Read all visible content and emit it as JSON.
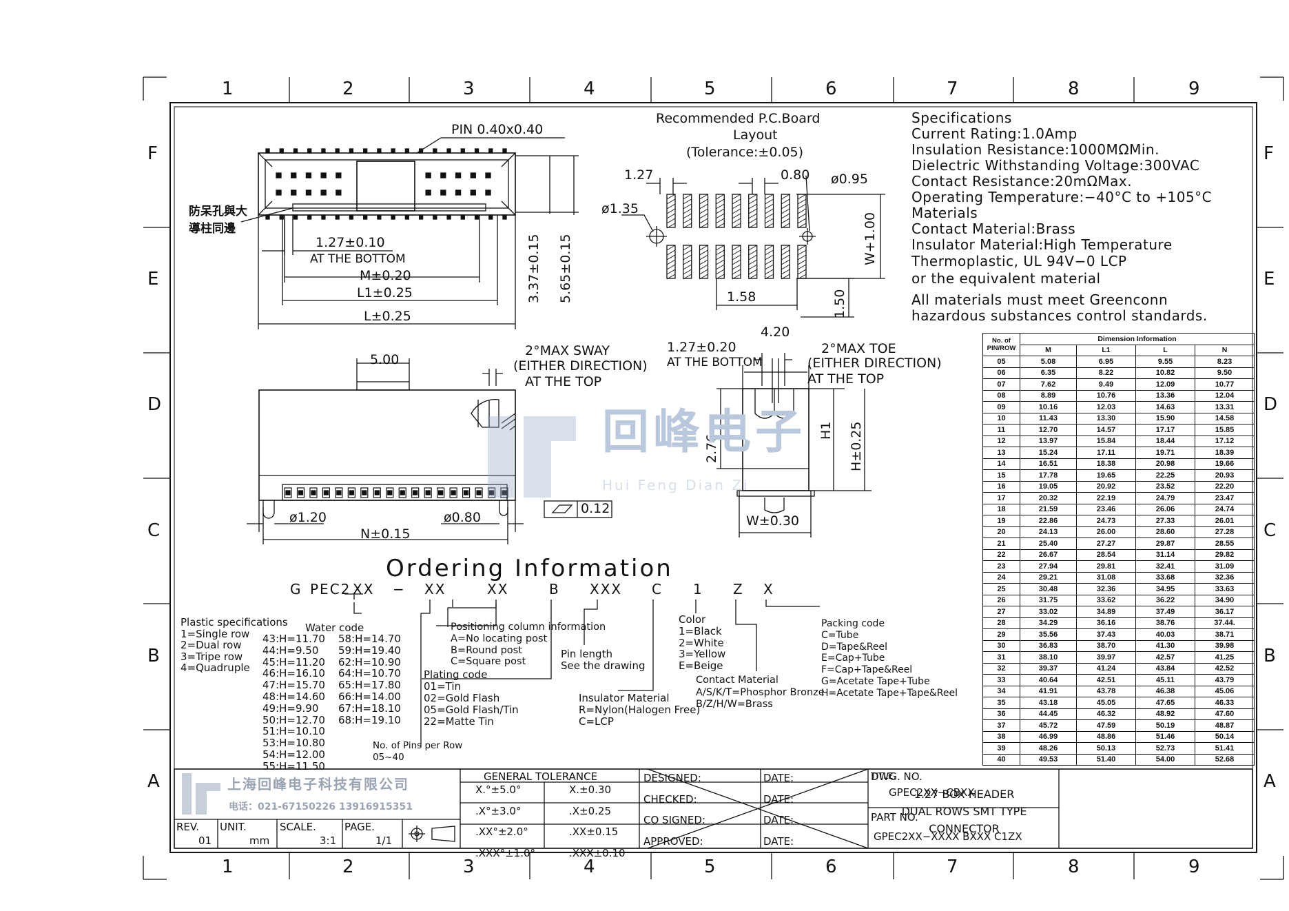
{
  "zones": {
    "columns": [
      "1",
      "2",
      "3",
      "4",
      "5",
      "6",
      "7",
      "8",
      "9"
    ],
    "rows": [
      "F",
      "E",
      "D",
      "C",
      "B",
      "A"
    ]
  },
  "top_view": {
    "pin_label": "PIN 0.40x0.40",
    "chinese_note": [
      "防呆孔與大",
      "導柱同邊"
    ],
    "pitch": "1.27±0.10",
    "pitch_note": "AT THE BOTTOM",
    "m_dim": "M±0.20",
    "l1_dim": "L1±0.25",
    "l_dim": "L±0.25",
    "h1_dim": "3.37±0.15",
    "h2_dim": "5.65±0.15"
  },
  "pcb": {
    "title": [
      "Recommended P.C.Board",
      "Layout",
      "(Tolerance:±0.05)"
    ],
    "pitch": "1.27",
    "pad_width": "0.80",
    "hole_small": "ø0.95",
    "hole_large": "ø1.35",
    "row_gap": "W+1.00",
    "pad_len": "1.58",
    "pad_height": "1.50"
  },
  "specifications": [
    "Specifications",
    "Current Rating:1.0Amp",
    "Insulation Resistance:1000MΩMin.",
    "Dielectric Withstanding Voltage:300VAC",
    "Contact Resistance:20mΩMax.",
    "Operating Temperature:−40°C to +105°C",
    "Materials",
    "Contact Material:Brass",
    "Insulator Material:High Temperature",
    "Thermoplastic, UL 94V−0 LCP",
    "or the equivalent material",
    "All materials must meet Greenconn",
    "hazardous substances control standards."
  ],
  "front_view": {
    "top_width": "5.00",
    "sway_note": [
      "2°MAX SWAY",
      "(EITHER DIRECTION)",
      "AT THE TOP"
    ],
    "post_large": "ø1.20",
    "post_small": "ø0.80",
    "n_dim": "N±0.15",
    "flatness": "0.12"
  },
  "side_view": {
    "pitch": "1.27±0.20",
    "pitch_note": "AT THE BOTTOM",
    "width_top": "4.20",
    "toe_note": [
      "2°MAX TOE",
      "(EITHER DIRECTION)",
      "AT THE TOP"
    ],
    "h_276": "2.76",
    "h1": "H1",
    "h_dim": "H±0.25",
    "w_dim": "W±0.30"
  },
  "watermark": {
    "name": "回峰电子",
    "pinyin": "Hui Feng Dian Zi"
  },
  "ordering": {
    "title": "Ordering Information",
    "code": [
      "G",
      "PEC2",
      "XX",
      "−",
      "XX",
      "XX",
      "B",
      "XXX",
      "C",
      "1",
      "Z",
      "X"
    ],
    "plastic": [
      "Plastic specifications",
      "1=Single row",
      "2=Dual row",
      "3=Tripe row",
      "4=Quadruple"
    ],
    "water_title": "Water code",
    "water_col1": [
      "43:H=11.70",
      "44:H=9.50",
      "45:H=11.20",
      "46:H=16.10",
      "47:H=15.70",
      "48:H=14.60",
      "49:H=9.90",
      "50:H=12.70",
      "51:H=10.10",
      "53:H=10.80",
      "54:H=12.00",
      "55:H=11.50"
    ],
    "water_col2": [
      "58:H=14.70",
      "59:H=19.40",
      "62:H=10.90",
      "64:H=10.70",
      "65:H=17.80",
      "66:H=14.00",
      "67:H=18.10",
      "68:H=19.10"
    ],
    "pins": [
      "No. of Pins per Row",
      "05~40"
    ],
    "positioning": [
      "Positioning column information",
      "A=No locating post",
      "B=Round post",
      "C=Square post"
    ],
    "plating": [
      "Plating code",
      "01=Tin",
      "02=Gold Flash",
      "05=Gold Flash/Tin",
      "22=Matte Tin"
    ],
    "pin_length": [
      "Pin length",
      "See the drawing"
    ],
    "insulator": [
      "Insulator Material",
      "R=Nylon(Halogen Free)",
      "C=LCP"
    ],
    "color": [
      "Color",
      "1=Black",
      "2=White",
      "3=Yellow",
      "E=Beige"
    ],
    "contact": [
      "Contact Material",
      "A/S/K/T=Phosphor Bronze",
      "B/Z/H/W=Brass"
    ],
    "packing": [
      "Packing code",
      "C=Tube",
      "D=Tape&Reel",
      "E=Cap+Tube",
      "F=Cap+Tape&Reel",
      "G=Acetate Tape+Tube",
      "H=Acetate Tape+Tape&Reel"
    ]
  },
  "dimension_table": {
    "header1": "No. of PIN/ROW",
    "header2": "Dimension Information",
    "columns": [
      "M",
      "L1",
      "L",
      "N"
    ],
    "rows": [
      [
        "05",
        "5.08",
        "6.95",
        "9.55",
        "8.23"
      ],
      [
        "06",
        "6.35",
        "8.22",
        "10.82",
        "9.50"
      ],
      [
        "07",
        "7.62",
        "9.49",
        "12.09",
        "10.77"
      ],
      [
        "08",
        "8.89",
        "10.76",
        "13.36",
        "12.04"
      ],
      [
        "09",
        "10.16",
        "12.03",
        "14.63",
        "13.31"
      ],
      [
        "10",
        "11.43",
        "13.30",
        "15.90",
        "14.58"
      ],
      [
        "11",
        "12.70",
        "14.57",
        "17.17",
        "15.85"
      ],
      [
        "12",
        "13.97",
        "15.84",
        "18.44",
        "17.12"
      ],
      [
        "13",
        "15.24",
        "17.11",
        "19.71",
        "18.39"
      ],
      [
        "14",
        "16.51",
        "18.38",
        "20.98",
        "19.66"
      ],
      [
        "15",
        "17.78",
        "19.65",
        "22.25",
        "20.93"
      ],
      [
        "16",
        "19.05",
        "20.92",
        "23.52",
        "22.20"
      ],
      [
        "17",
        "20.32",
        "22.19",
        "24.79",
        "23.47"
      ],
      [
        "18",
        "21.59",
        "23.46",
        "26.06",
        "24.74"
      ],
      [
        "19",
        "22.86",
        "24.73",
        "27.33",
        "26.01"
      ],
      [
        "20",
        "24.13",
        "26.00",
        "28.60",
        "27.28"
      ],
      [
        "21",
        "25.40",
        "27.27",
        "29.87",
        "28.55"
      ],
      [
        "22",
        "26.67",
        "28.54",
        "31.14",
        "29.82"
      ],
      [
        "23",
        "27.94",
        "29.81",
        "32.41",
        "31.09"
      ],
      [
        "24",
        "29.21",
        "31.08",
        "33.68",
        "32.36"
      ],
      [
        "25",
        "30.48",
        "32.36",
        "34.95",
        "33.63"
      ],
      [
        "26",
        "31.75",
        "33.62",
        "36.22",
        "34.90"
      ],
      [
        "27",
        "33.02",
        "34.89",
        "37.49",
        "36.17"
      ],
      [
        "28",
        "34.29",
        "36.16",
        "38.76",
        "37.44."
      ],
      [
        "29",
        "35.56",
        "37.43",
        "40.03",
        "38.71"
      ],
      [
        "30",
        "36.83",
        "38.70",
        "41.30",
        "39.98"
      ],
      [
        "31",
        "38.10",
        "39.97",
        "42.57",
        "41.25"
      ],
      [
        "32",
        "39.37",
        "41.24",
        "43.84",
        "42.52"
      ],
      [
        "33",
        "40.64",
        "42.51",
        "45.11",
        "43.79"
      ],
      [
        "34",
        "41.91",
        "43.78",
        "46.38",
        "45.06"
      ],
      [
        "35",
        "43.18",
        "45.05",
        "47.65",
        "46.33"
      ],
      [
        "36",
        "44.45",
        "46.32",
        "48.92",
        "47.60"
      ],
      [
        "37",
        "45.72",
        "47.59",
        "50.19",
        "48.87"
      ],
      [
        "38",
        "46.99",
        "48.86",
        "51.46",
        "50.14"
      ],
      [
        "39",
        "48.26",
        "50.13",
        "52.73",
        "51.41"
      ],
      [
        "40",
        "49.53",
        "51.40",
        "54.00",
        "52.68"
      ]
    ]
  },
  "title_block": {
    "company": "上海回峰电子科技有限公司",
    "phone": "电话：021-67150226  13916915351",
    "rev_label": "REV.",
    "rev": "01",
    "unit_label": "UNIT.",
    "unit": "mm",
    "scale_label": "SCALE.",
    "scale": "3:1",
    "page_label": "PAGE.",
    "page": "1/1",
    "tolerance_title": "GENERAL TOLERANCE",
    "tolerance": [
      [
        "X.°±5.0°",
        "X.±0.30"
      ],
      [
        ".X°±3.0°",
        ".X±0.25"
      ],
      [
        ".XX°±2.0°",
        ".XX±0.15"
      ],
      [
        ".XXX°±1.0°",
        ".XXX±0.10"
      ]
    ],
    "signoff": [
      "DESIGNED:",
      "CHECKED:",
      "CO SIGNED:",
      "APPROVED:"
    ],
    "date_label": "DATE:",
    "dwg_label": "DWG. NO.",
    "dwg": "GPEC2XX−CBXX",
    "part_label": "PART NO.",
    "part": "GPEC2XX−XXXX BXXX C1ZX",
    "title_label": "TITLE.",
    "title": [
      "1.27 BOX HEADER",
      "DUAL ROWS SMT TYPE",
      "CONNECTOR"
    ]
  }
}
